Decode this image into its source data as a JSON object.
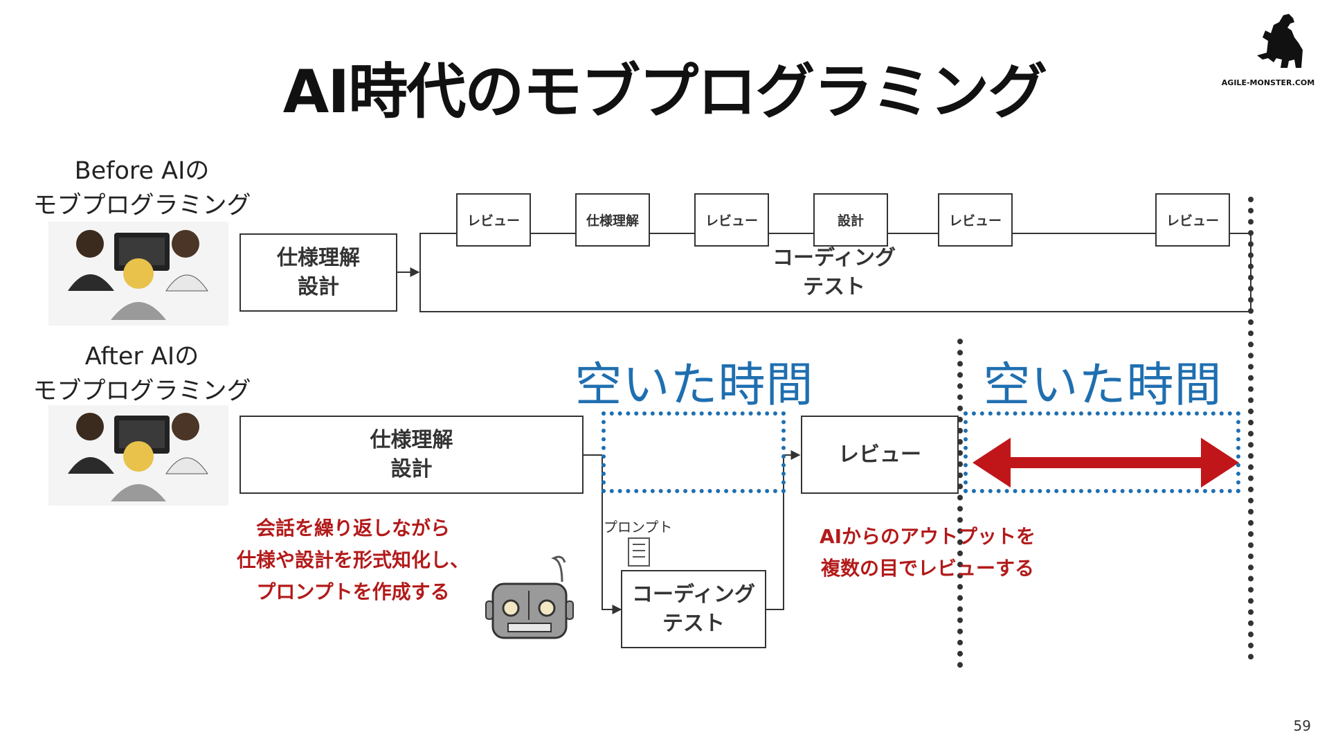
{
  "title": "AI時代のモブプログラミング",
  "logo": {
    "text": "AGILE-MONSTER.COM",
    "icon": "godzilla-icon"
  },
  "before": {
    "label_line1": "Before AIの",
    "label_line2": "モブプログラミング",
    "spec_box_line1": "仕様理解",
    "spec_box_line2": "設計",
    "coding_line1": "コーディング",
    "coding_line2": "テスト",
    "stages": [
      "レビュー",
      "仕様理解",
      "レビュー",
      "設計",
      "レビュー",
      "レビュー"
    ]
  },
  "after": {
    "label_line1": "After AIの",
    "label_line2": "モブプログラミング",
    "spec_box_line1": "仕様理解",
    "spec_box_line2": "設計",
    "free_time_1": "空いた時間",
    "free_time_2": "空いた時間",
    "review": "レビュー",
    "prompt_label": "プロンプト",
    "coding_line1": "コーディング",
    "coding_line2": "テスト",
    "note_left": [
      "会話を繰り返しながら",
      "仕様や設計を形式知化し、",
      "プロンプトを作成する"
    ],
    "note_right": [
      "AIからのアウトプットを",
      "複数の目でレビューする"
    ]
  },
  "colors": {
    "free_time_blue": "#1f6fb0",
    "note_red": "#b31a1a",
    "arrow_red": "#c0161a"
  },
  "page_number": "59"
}
